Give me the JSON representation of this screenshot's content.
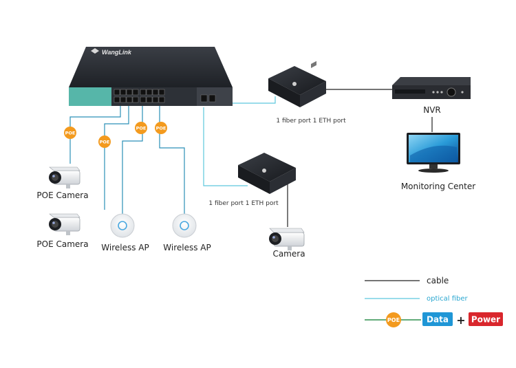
{
  "brand": "WangLink",
  "labels": {
    "nvr": "NVR",
    "monitoring_center": "Monitoring Center",
    "converter_top": "1 fiber port 1 ETH port",
    "converter_bottom": "1 fiber port 1 ETH port",
    "poe_camera_1": "POE Camera",
    "poe_camera_2": "POE Camera",
    "wireless_ap_1": "Wireless AP",
    "wireless_ap_2": "Wireless AP",
    "camera": "Camera",
    "poe": "POE"
  },
  "legend": {
    "cable": "cable",
    "optical_fiber": "optical fiber",
    "poe": "POE",
    "data": "Data",
    "plus": "+",
    "power": "Power"
  },
  "colors": {
    "cable": "#222222",
    "fiber": "#5cc7dd",
    "poe_line": "#2f8f4e",
    "poe_badge": "#f39a1e",
    "data_badge": "#1f96d6",
    "power_badge": "#d9262c",
    "switch_body": "#2a2d33",
    "switch_front": "#4fb0a6"
  }
}
